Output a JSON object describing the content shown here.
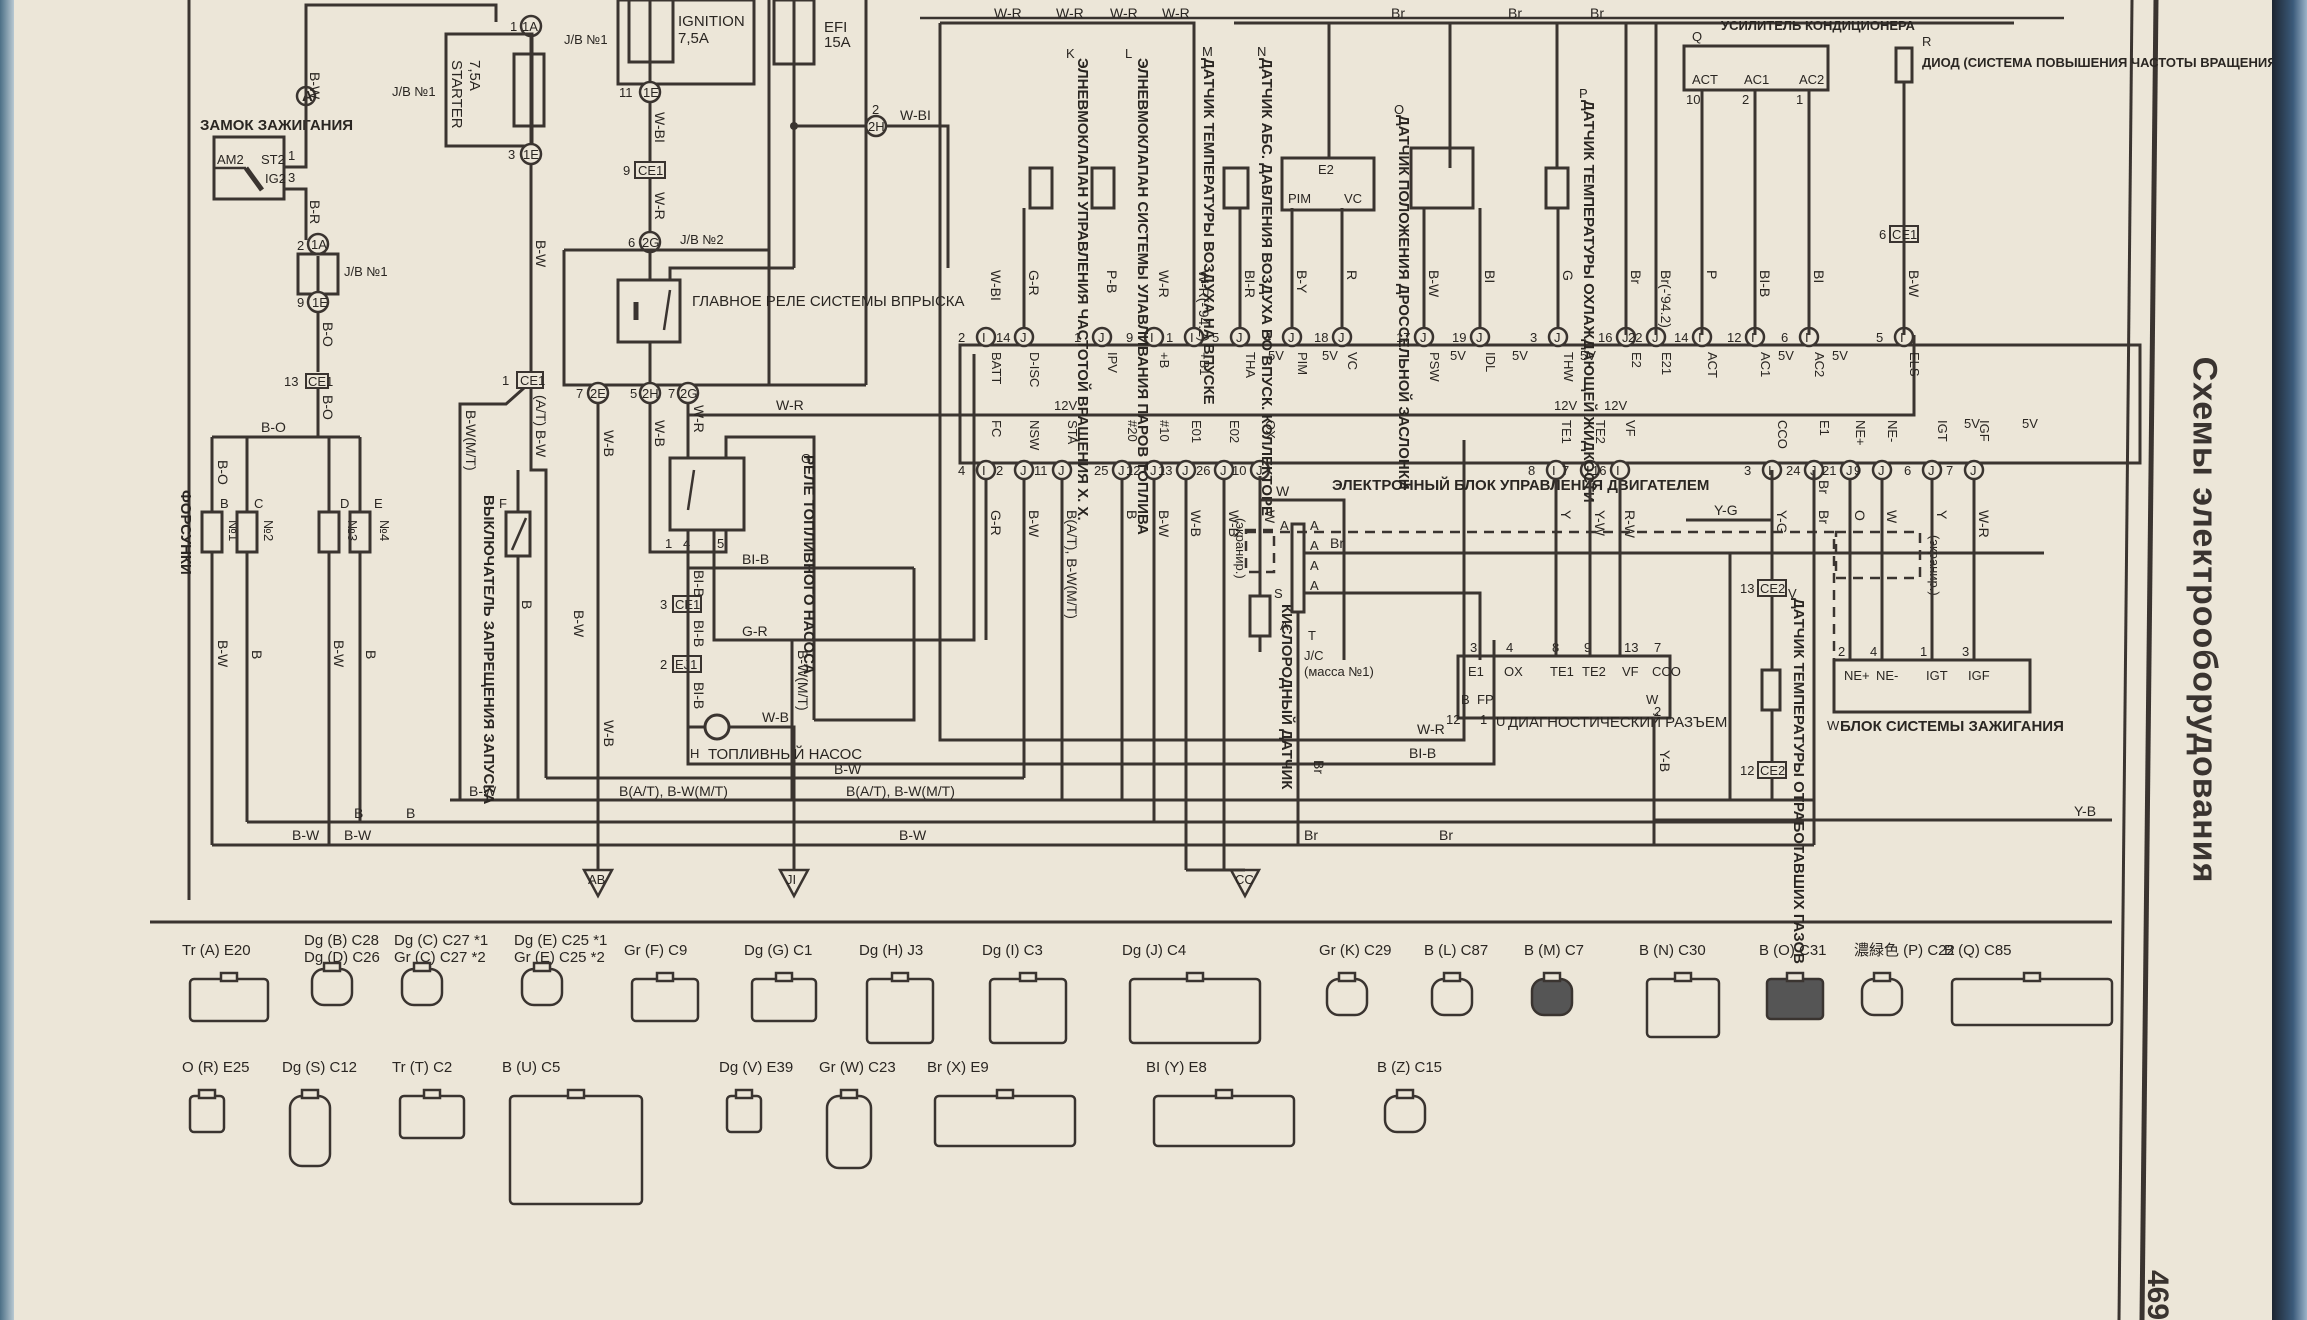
{
  "page": {
    "section_title": "Схемы электрооборудования",
    "page_number": "469"
  },
  "components": {
    "ignition_switch": {
      "letter": "A",
      "name": "ЗАМОК ЗАЖИГАНИЯ",
      "terminals": [
        "AM2",
        "ST2",
        "IG2"
      ],
      "pins": [
        "1",
        "3"
      ]
    },
    "jb1": "J/B №1",
    "jb2": "J/B №2",
    "fuse_starter": {
      "name": "STARTER",
      "rating": "7,5A"
    },
    "fuse_ignition": {
      "name": "IGNITION",
      "rating": "7,5A"
    },
    "fuse_efi": {
      "name": "EFI",
      "rating": "15A"
    },
    "main_relay": "ГЛАВНОЕ РЕЛЕ СИСТЕМЫ ВПРЫСКА",
    "injectors": {
      "label": "ФОРСУНКИ",
      "items": [
        {
          "letter": "B",
          "num": "№1"
        },
        {
          "letter": "C",
          "num": "№2"
        },
        {
          "letter": "D",
          "num": "№3"
        },
        {
          "letter": "E",
          "num": "№4"
        }
      ]
    },
    "start_inhibit_switch": {
      "letter": "F",
      "name": "ВЫКЛЮЧАТЕЛЬ ЗАПРЕЩЕНИЯ ЗАПУСКА"
    },
    "fuel_pump_relay": {
      "letter": "G",
      "name": "РЕЛЕ ТОПЛИВНОГО НАСОСА"
    },
    "fuel_pump": {
      "letter": "H",
      "name": "ТОПЛИВНЫЙ НАСОС"
    },
    "isc_valve": {
      "letter": "K",
      "name": "ЭЛНЕВМОКЛАПАН УПРАВЛЕНИЯ ЧАСТОТОЙ ВРАЩЕНИЯ Х. Х."
    },
    "evap_valve": {
      "letter": "L",
      "name": "ЭЛНЕВМОКЛАПАН СИСТЕМЫ УЛАВЛИВАНИЯ ПАРОВ ТОПЛИВА"
    },
    "intake_temp": {
      "letter": "M",
      "name": "ДАТЧИК ТЕМПЕРАТУРЫ ВОЗДУХА НА ВПУСКЕ"
    },
    "map_sensor": {
      "letter": "N",
      "name": "ДАТЧИК АБС. ДАВЛЕНИЯ ВОЗДУХА ВО ВПУСК. КОЛЛЕКТОРЕ",
      "terminals": [
        "E2",
        "PIM",
        "VC"
      ]
    },
    "throttle_sensor": {
      "letter": "O",
      "name": "ДАТЧИК ПОЛОЖЕНИЯ ДРОССЕЛЬНОЙ ЗАСЛОНКИ"
    },
    "coolant_temp": {
      "letter": "P",
      "name": "ДАТЧИК ТЕМПЕРАТУРЫ ОХЛАЖДАЮЩЕЙ ЖИДКОСТИ"
    },
    "ac_amplifier": {
      "letter": "Q",
      "name": "УСИЛИТЕЛЬ КОНДИЦИОНЕРА",
      "terminals": [
        "ACT",
        "AC1",
        "AC2"
      ],
      "pins": [
        "10",
        "2",
        "1"
      ]
    },
    "diode": {
      "letter": "R",
      "name": "ДИОД (СИСТЕМА ПОВЫШЕНИЯ ЧАСТОТЫ ВРАЩЕНИЯ Х. Х.)"
    },
    "oxygen_sensor": {
      "letter": "S",
      "name": "КИСЛОРОДНЫЙ ДАТЧИК"
    },
    "jc": {
      "letter": "T",
      "name": "J/C",
      "sub": "(масса №1)"
    },
    "diag_connector": {
      "letter": "U",
      "name": "ДИАГНОСТИЧЕСКИЙ РАЗЪЕМ",
      "terminals_top": [
        "E1",
        "OX",
        "TE1",
        "TE2",
        "VF",
        "CCO"
      ],
      "pins_top": [
        "3",
        "4",
        "8",
        "9",
        "13",
        "7"
      ],
      "terminals_bottom": [
        "B",
        "FP",
        "W"
      ],
      "pins_bottom": [
        "12",
        "1",
        "2"
      ]
    },
    "exhaust_temp": {
      "letter": "V",
      "name": "ДАТЧИК ТЕМПЕРАТУРЫ ОТРАБОТАВШИХ ГАЗОВ"
    },
    "igniter": {
      "letter": "W",
      "name": "БЛОК СИСТЕМЫ ЗАЖИГАНИЯ",
      "terminals": [
        "NE+",
        "NE-",
        "IGT",
        "IGF"
      ],
      "pins": [
        "2",
        "4",
        "1",
        "3"
      ]
    },
    "ecu": {
      "name": "ЭЛЕКТРОННЫЙ БЛОК УПРАВЛЕНИЯ ДВИГАТЕЛЕМ"
    },
    "shield": "(экранир.)"
  },
  "ecu_top_pins": [
    {
      "pin": "2",
      "conn": "I",
      "term": "BATT",
      "wire": "W-BI"
    },
    {
      "pin": "14",
      "conn": "J",
      "term": "D-ISC",
      "wire": "G-R"
    },
    {
      "pin": "1",
      "conn": "J",
      "term": "IPV",
      "wire": "P-B"
    },
    {
      "pin": "9",
      "conn": "I",
      "term": "+B",
      "wire": "W-R"
    },
    {
      "pin": "1",
      "conn": "I",
      "term": "+B1",
      "wire": "W-R(-'94.2)"
    },
    {
      "pin": "5",
      "conn": "J",
      "term": "THA",
      "wire": "BI-R"
    },
    {
      "pin": "4",
      "conn": "J",
      "term": "PIM",
      "wire": "B-Y"
    },
    {
      "pin": "18",
      "conn": "J",
      "term": "VC",
      "wire": "R"
    },
    {
      "pin": "17",
      "conn": "J",
      "term": "PSW",
      "wire": "B-W"
    },
    {
      "pin": "19",
      "conn": "J",
      "term": "IDL",
      "wire": "BI"
    },
    {
      "pin": "3",
      "conn": "J",
      "term": "THW",
      "wire": "G"
    },
    {
      "pin": "16",
      "conn": "J",
      "term": "E2",
      "wire": "Br"
    },
    {
      "pin": "22",
      "conn": "J",
      "term": "E21",
      "wire": "Br(-'94.2)"
    },
    {
      "pin": "14",
      "conn": "I",
      "term": "ACT",
      "wire": "P"
    },
    {
      "pin": "12",
      "conn": "I",
      "term": "AC1",
      "wire": "BI-B"
    },
    {
      "pin": "6",
      "conn": "I",
      "term": "AC2",
      "wire": "BI"
    },
    {
      "pin": "5",
      "conn": "I",
      "term": "ELS",
      "wire": "B-W"
    }
  ],
  "ecu_bottom_pins": [
    {
      "pin": "4",
      "conn": "I",
      "term": "FC",
      "wire": "G-R"
    },
    {
      "pin": "2",
      "conn": "J",
      "term": "NSW",
      "wire": "B-W"
    },
    {
      "pin": "11",
      "conn": "J",
      "term": "STA",
      "wire": "B(A/T), B-W(M/T)"
    },
    {
      "pin": "25",
      "conn": "J",
      "term": "#20",
      "wire": "B"
    },
    {
      "pin": "12",
      "conn": "J",
      "term": "#10",
      "wire": "B-W"
    },
    {
      "pin": "13",
      "conn": "J",
      "term": "E01",
      "wire": "W-B"
    },
    {
      "pin": "26",
      "conn": "J",
      "term": "E02",
      "wire": "W-B"
    },
    {
      "pin": "10",
      "conn": "J",
      "term": "OX",
      "wire": "W"
    },
    {
      "pin": "8",
      "conn": "I",
      "term": "TE1",
      "wire": "Y"
    },
    {
      "pin": "7",
      "conn": "I",
      "term": "TE2",
      "wire": "Y-W"
    },
    {
      "pin": "16",
      "conn": "I",
      "term": "VF",
      "wire": "R-W"
    },
    {
      "pin": "3",
      "conn": "I",
      "term": "CCO",
      "wire": "Y-G"
    },
    {
      "pin": "24",
      "conn": "J",
      "term": "E1",
      "wire": "Br"
    },
    {
      "pin": "21",
      "conn": "J",
      "term": "NE+",
      "wire": "O"
    },
    {
      "pin": "9",
      "conn": "J",
      "term": "NE-",
      "wire": "W"
    },
    {
      "pin": "6",
      "conn": "J",
      "term": "IGT",
      "wire": "Y"
    },
    {
      "pin": "7",
      "conn": "J",
      "term": "IGF",
      "wire": "W-R"
    }
  ],
  "supply_labels": {
    "v5": "5V",
    "v12": "12V"
  },
  "junctions": {
    "j1a_1": "1",
    "j1a": "1A",
    "j1e_3": "3",
    "j1e": "1E",
    "j1a_2": "2",
    "j1e_9": "9",
    "j1e_11": "11",
    "ce1_13": "13",
    "ce1_1": "1",
    "ce1_9": "9",
    "ce1_3": "3",
    "ce1_6": "6",
    "ce1": "CE1",
    "j2g_6": "6",
    "j2g": "2G",
    "j2h_2": "2",
    "j2h": "2H",
    "j2e_7": "7",
    "j2e": "2E",
    "j2h_5": "5",
    "j2g_7": "7",
    "ej1_2": "2",
    "ej1": "EJ1",
    "ce2_13": "13",
    "ce2_12": "12",
    "ce2": "CE2"
  },
  "grounds": [
    "AB",
    "JI",
    "CC"
  ],
  "wire_labels": {
    "bw": "B-W",
    "br": "B-R",
    "bo": "B-O",
    "wbl": "W-BI",
    "wr": "W-R",
    "wb": "W-B",
    "b": "B",
    "blb": "BI-B",
    "gr": "G-R",
    "br_brown": "Br",
    "yb": "Y-B",
    "yg": "Y-G",
    "at_bw": "(A/T) B-W",
    "bw_mt": "B-W(M/T)",
    "b_at_bw_mt": "B(A/T), B-W(M/T)",
    "w": "W",
    "a": "A"
  },
  "connector_legend": [
    {
      "color": "Tr",
      "letter": "A",
      "code": "E20"
    },
    {
      "color": "Dg",
      "letter": "B",
      "code": "C28",
      "color2": "Dg",
      "letter2": "D",
      "code2": "C26"
    },
    {
      "color": "Dg",
      "letter": "C",
      "code": "C27",
      "note": "*1",
      "color2": "Gr",
      "letter2": "C",
      "code2": "C27",
      "note2": "*2"
    },
    {
      "color": "Dg",
      "letter": "E",
      "code": "C25",
      "note": "*1",
      "color2": "Gr",
      "letter2": "E",
      "code2": "C25",
      "note2": "*2"
    },
    {
      "color": "Gr",
      "letter": "F",
      "code": "C9"
    },
    {
      "color": "Dg",
      "letter": "G",
      "code": "C1"
    },
    {
      "color": "Dg",
      "letter": "H",
      "code": "J3"
    },
    {
      "color": "Dg",
      "letter": "I",
      "code": "C3"
    },
    {
      "color": "Dg",
      "letter": "J",
      "code": "C4"
    },
    {
      "color": "Gr",
      "letter": "K",
      "code": "C29"
    },
    {
      "color": "B",
      "letter": "L",
      "code": "C87"
    },
    {
      "color": "B",
      "letter": "M",
      "code": "C7"
    },
    {
      "color": "B",
      "letter": "N",
      "code": "C30"
    },
    {
      "color": "B",
      "letter": "O",
      "code": "C31"
    },
    {
      "color": "濃緑色",
      "letter": "P",
      "code": "C22"
    },
    {
      "color": "B",
      "letter": "Q",
      "code": "C85"
    },
    {
      "color": "O",
      "letter": "R",
      "code": "E25"
    },
    {
      "color": "Dg",
      "letter": "S",
      "code": "C12"
    },
    {
      "color": "Tr",
      "letter": "T",
      "code": "C2"
    },
    {
      "color": "B",
      "letter": "U",
      "code": "C5"
    },
    {
      "color": "Dg",
      "letter": "V",
      "code": "E39"
    },
    {
      "color": "Gr",
      "letter": "W",
      "code": "C23"
    },
    {
      "color": "Br",
      "letter": "X",
      "code": "E9"
    },
    {
      "color": "BI",
      "letter": "Y",
      "code": "E8"
    },
    {
      "color": "B",
      "letter": "Z",
      "code": "C15"
    }
  ]
}
